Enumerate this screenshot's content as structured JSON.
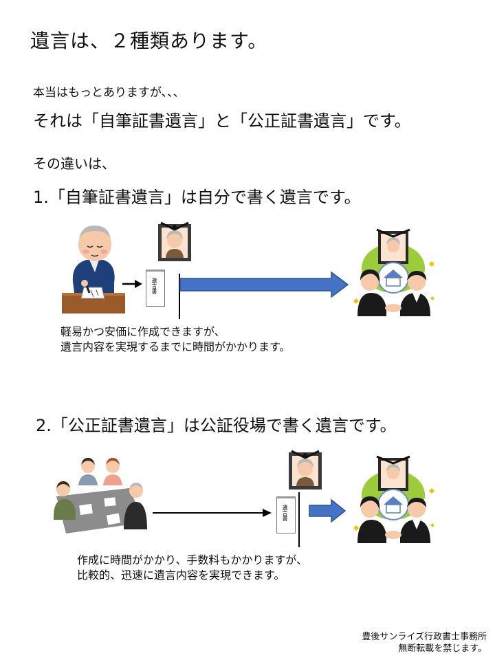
{
  "title": "遺言は、２種類あります。",
  "intro_note": "本当はもっとありますが、、、",
  "types_line": "それは「自筆証書遺言」と「公正証書遺言」です。",
  "difference_intro": "その違いは、",
  "section1": {
    "heading": "1.「自筆証書遺言」は自分で書く遺言です。",
    "document_label": "遺言書",
    "note_lines": [
      "軽易かつ安価に作成できますが、",
      "遺言内容を実現するまでに時間がかかります。"
    ]
  },
  "section2": {
    "heading": "2.「公正証書遺言」は公証役場で書く遺言です。",
    "document_label": "遺言書",
    "note_lines": [
      "作成に時間がかかり、手数料もかかりますが、",
      "比較的、迅速に遺言内容を実現できます。"
    ]
  },
  "footer": {
    "office": "豊後サンライズ行政書士事務所",
    "notice": "無断転載を禁じます。"
  },
  "colors": {
    "arrow_blue": "#4472c4",
    "arrow_blue_border": "#2f528f",
    "sparkle": "#f2c200"
  },
  "icons": [
    "elderly-man-writing-icon",
    "memorial-portrait-icon",
    "will-envelope-icon",
    "inheritance-handshake-icon",
    "notary-meeting-icon"
  ]
}
